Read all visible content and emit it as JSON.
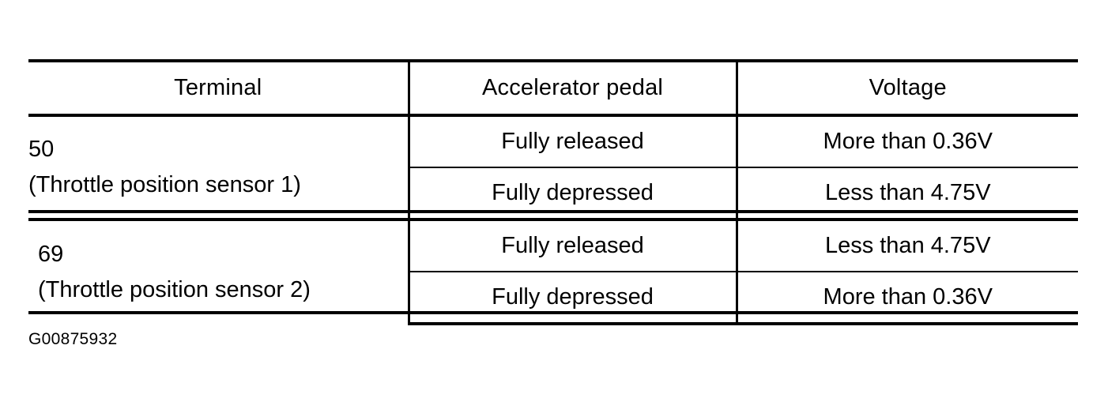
{
  "table": {
    "columns": [
      {
        "key": "terminal",
        "label": "Terminal"
      },
      {
        "key": "pedal",
        "label": "Accelerator pedal"
      },
      {
        "key": "voltage",
        "label": "Voltage"
      }
    ],
    "groups": [
      {
        "terminal_number": "50",
        "terminal_description": "(Throttle position sensor 1)",
        "rows": [
          {
            "pedal": "Fully released",
            "voltage": "More than 0.36V"
          },
          {
            "pedal": "Fully depressed",
            "voltage": "Less than 4.75V"
          }
        ]
      },
      {
        "terminal_number": "69",
        "terminal_description": "(Throttle position sensor 2)",
        "rows": [
          {
            "pedal": "Fully released",
            "voltage": "Less than 4.75V"
          },
          {
            "pedal": "Fully depressed",
            "voltage": "More than 0.36V"
          }
        ]
      }
    ]
  },
  "caption": {
    "text": "G00875932"
  },
  "colors": {
    "ink": "#000000",
    "paper": "#ffffff"
  }
}
